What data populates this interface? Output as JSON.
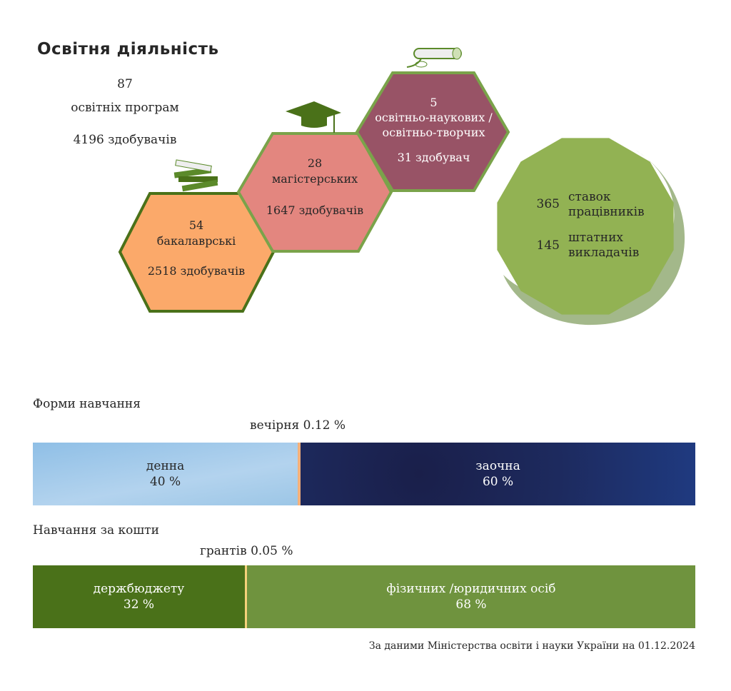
{
  "title": "Освітня діяльність",
  "summary": {
    "programs": "87",
    "programs_label": "освітніх програм",
    "students": "4196 здобувачів"
  },
  "hexes": [
    {
      "count": "54",
      "label": "бакалаврські",
      "students": "2518 здобувачів",
      "color": "#fba96a",
      "icon": "books-icon"
    },
    {
      "count": "28",
      "label": "магістерських",
      "students": "1647 здобувачів",
      "color": "#e3867f",
      "icon": "graduation-cap-icon"
    },
    {
      "count": "5",
      "label": "освітньо-наукових / освітньо-творчих",
      "students": "31 здобувач",
      "color": "#985366",
      "icon": "diploma-scroll-icon"
    }
  ],
  "staff": {
    "positions": "365",
    "positions_label": "ставок працівників",
    "teachers": "145",
    "teachers_label": "штатних викладачів",
    "color": "#92b253"
  },
  "chart_data": [
    {
      "type": "bar",
      "stacked": true,
      "title": "Форми навчання",
      "categories": [
        "денна",
        "вечірня",
        "заочна"
      ],
      "values": [
        40,
        0.12,
        60
      ],
      "unit": "%",
      "value_labels": [
        "40 %",
        "0.12 %",
        "60 %"
      ],
      "annotation": "вечірня 0.12 %",
      "colors": [
        "#9cc6e6",
        "#f3b07a",
        "#1d2a5e"
      ]
    },
    {
      "type": "bar",
      "stacked": true,
      "title": "Навчання за кошти",
      "categories": [
        "держбюджету",
        "грантів",
        "фізичних /юридичних осіб"
      ],
      "values": [
        32,
        0.05,
        68
      ],
      "unit": "%",
      "value_labels": [
        "32 %",
        "0.05 %",
        "68 %"
      ],
      "annotation": "грантів 0.05 %",
      "colors": [
        "#4a7119",
        "#f5d27a",
        "#6f933e"
      ]
    }
  ],
  "footnote": "За даними Міністерства освіти і науки України на 01.12.2024"
}
